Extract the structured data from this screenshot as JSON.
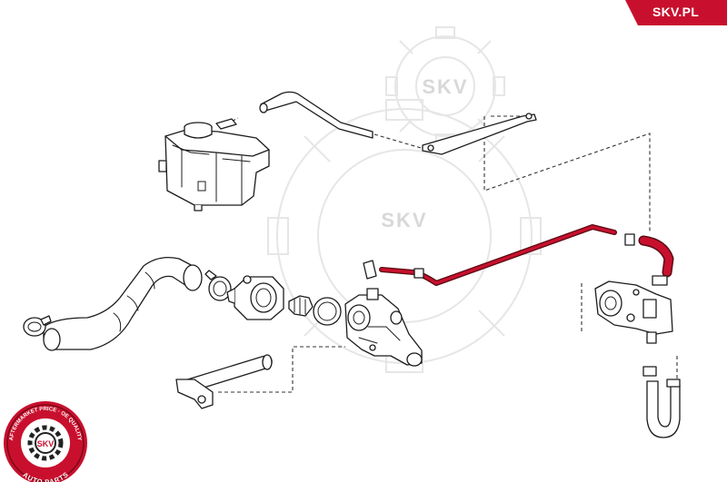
{
  "brand": {
    "site": "SKV.PL",
    "watermark": "SKV",
    "badge_top_text": "AFTERMARKET PRICE · OE QUALITY",
    "badge_bottom_text": "AUTO PARTS",
    "badge_center_text": "SKV"
  },
  "colors": {
    "brand_red": "#c8102e",
    "line_art": "#1c1c1c",
    "watermark_gray": "#e6e6e6"
  },
  "parts": [
    {
      "name": "expansion-tank"
    },
    {
      "name": "overflow-hose"
    },
    {
      "name": "tank-bracket"
    },
    {
      "name": "radiator-hose-lower"
    },
    {
      "name": "hose-clamp"
    },
    {
      "name": "thermostat-housing"
    },
    {
      "name": "thermostat"
    },
    {
      "name": "water-outlet-flange"
    },
    {
      "name": "coolant-pipe"
    },
    {
      "name": "highlighted-coolant-hose"
    },
    {
      "name": "water-pump-module"
    },
    {
      "name": "small-bypass-hose"
    }
  ]
}
